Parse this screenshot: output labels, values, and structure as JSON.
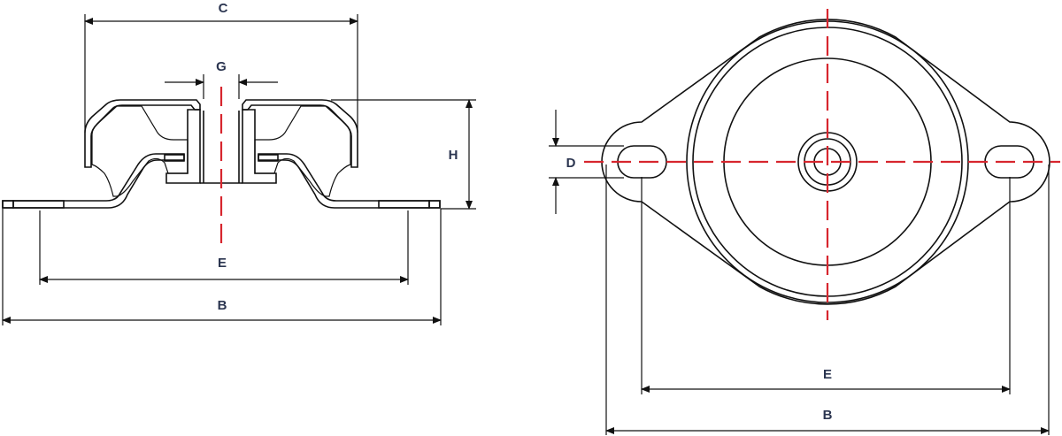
{
  "drawing": {
    "section_view": {
      "labels": {
        "c": "C",
        "g": "G",
        "h": "H",
        "e": "E",
        "b": "B"
      }
    },
    "plan_view": {
      "labels": {
        "d": "D",
        "e": "E",
        "b": "B"
      }
    }
  },
  "colors": {
    "rubber": "#a9d3ee",
    "centerline": "#d7262e",
    "label": "#2b3550"
  }
}
